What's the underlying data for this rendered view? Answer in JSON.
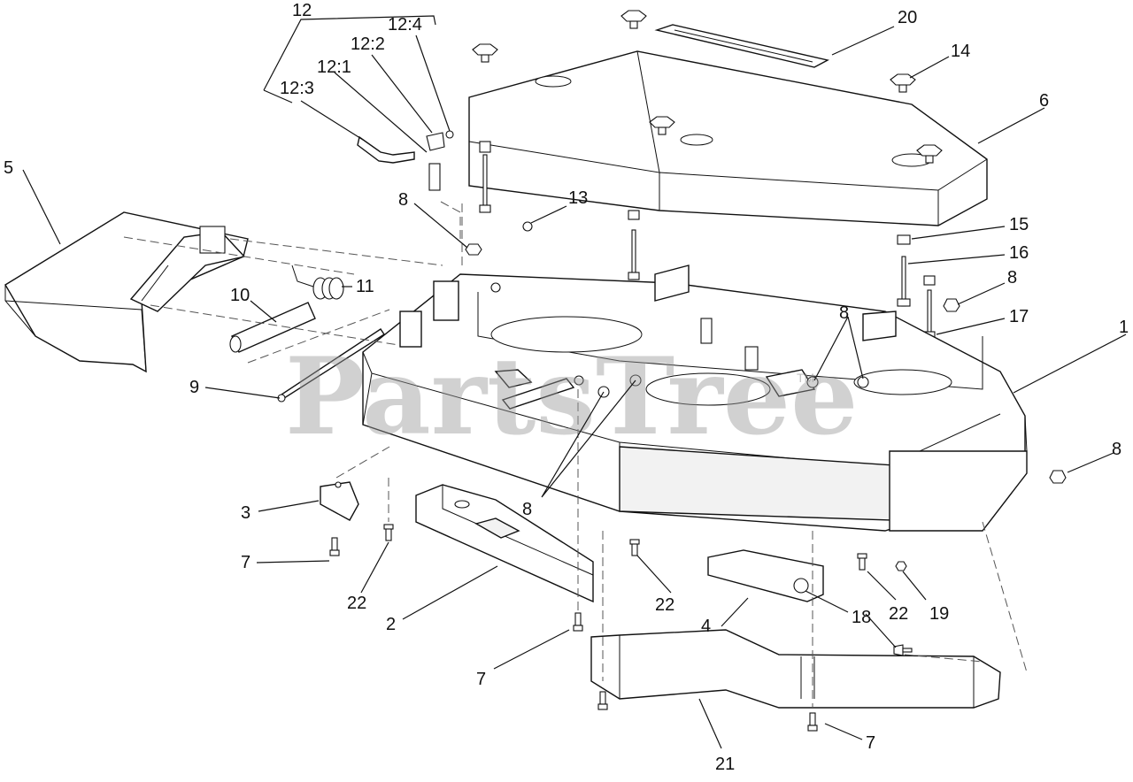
{
  "watermark": {
    "text": "PartsTree",
    "mark": "TM"
  },
  "callouts": [
    {
      "id": "c1",
      "label": "1"
    },
    {
      "id": "c2",
      "label": "2"
    },
    {
      "id": "c3",
      "label": "3"
    },
    {
      "id": "c4",
      "label": "4"
    },
    {
      "id": "c5",
      "label": "5"
    },
    {
      "id": "c6",
      "label": "6"
    },
    {
      "id": "c7a",
      "label": "7"
    },
    {
      "id": "c7b",
      "label": "7"
    },
    {
      "id": "c7c",
      "label": "7"
    },
    {
      "id": "c8a",
      "label": "8"
    },
    {
      "id": "c8b",
      "label": "8"
    },
    {
      "id": "c8c",
      "label": "8"
    },
    {
      "id": "c8d",
      "label": "8"
    },
    {
      "id": "c8e",
      "label": "8"
    },
    {
      "id": "c9",
      "label": "9"
    },
    {
      "id": "c10",
      "label": "10"
    },
    {
      "id": "c11",
      "label": "11"
    },
    {
      "id": "c12",
      "label": "12"
    },
    {
      "id": "c12_1",
      "label": "12:1"
    },
    {
      "id": "c12_2",
      "label": "12:2"
    },
    {
      "id": "c12_3",
      "label": "12:3"
    },
    {
      "id": "c12_4",
      "label": "12:4"
    },
    {
      "id": "c13",
      "label": "13"
    },
    {
      "id": "c14",
      "label": "14"
    },
    {
      "id": "c15",
      "label": "15"
    },
    {
      "id": "c16",
      "label": "16"
    },
    {
      "id": "c17",
      "label": "17"
    },
    {
      "id": "c18",
      "label": "18"
    },
    {
      "id": "c19",
      "label": "19"
    },
    {
      "id": "c20",
      "label": "20"
    },
    {
      "id": "c21",
      "label": "21"
    },
    {
      "id": "c22a",
      "label": "22"
    },
    {
      "id": "c22b",
      "label": "22"
    },
    {
      "id": "c22c",
      "label": "22"
    }
  ]
}
